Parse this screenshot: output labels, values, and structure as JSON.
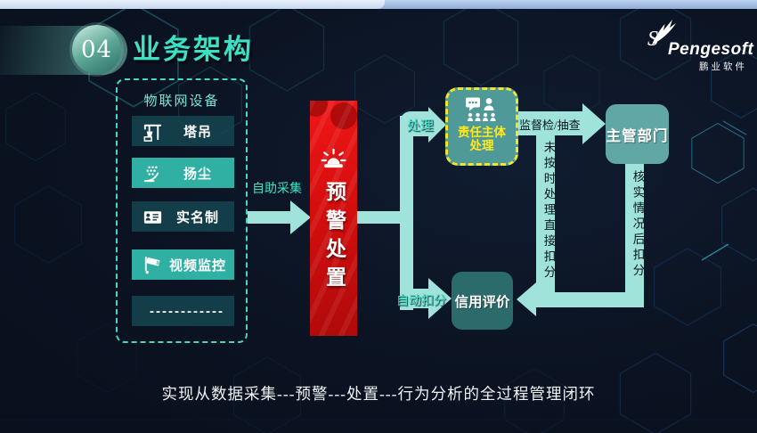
{
  "slide": {
    "number": "04",
    "title": "业务架构",
    "caption": "实现从数据采集---预警---处置---行为分析的全过程管理闭环"
  },
  "logo": {
    "mark": "S",
    "brand": "Pengesoft",
    "subtitle": "鹏业软件",
    "icon": "swoosh-arrow-icon"
  },
  "iot_panel": {
    "title": "物联网设备",
    "items": [
      {
        "label": "塔吊",
        "icon": "tower-crane-icon"
      },
      {
        "label": "扬尘",
        "icon": "dust-icon"
      },
      {
        "label": "实名制",
        "icon": "id-card-icon"
      },
      {
        "label": "视频监控",
        "icon": "cctv-camera-icon"
      },
      {
        "label": "------------",
        "icon": "dashes-placeholder"
      }
    ]
  },
  "flow": {
    "collect_label": "自助采集",
    "alert_banner": {
      "text": "预警处置",
      "icon": "siren-icon"
    },
    "handle_label": "处理",
    "auto_deduct_label": "自动扣分",
    "duty_box": {
      "line1": "责任主体",
      "line2": "处理",
      "icon": "responsible-parties-icon"
    },
    "supervise_label": "监督检/抽查",
    "dept_box_label": "主管部门",
    "late_deduct_label": "未按时处理直接扣分",
    "verify_deduct_label": "核实情况后扣分",
    "credit_box_label": "信用评价"
  },
  "colors": {
    "accent_teal": "#41d8c6",
    "band_teal": "#9fe3da",
    "alert_red": "#d50e0e",
    "highlight_yellow": "#f0e42c",
    "title_teal": "#3ce0c2",
    "background_navy": "#0b1322"
  }
}
